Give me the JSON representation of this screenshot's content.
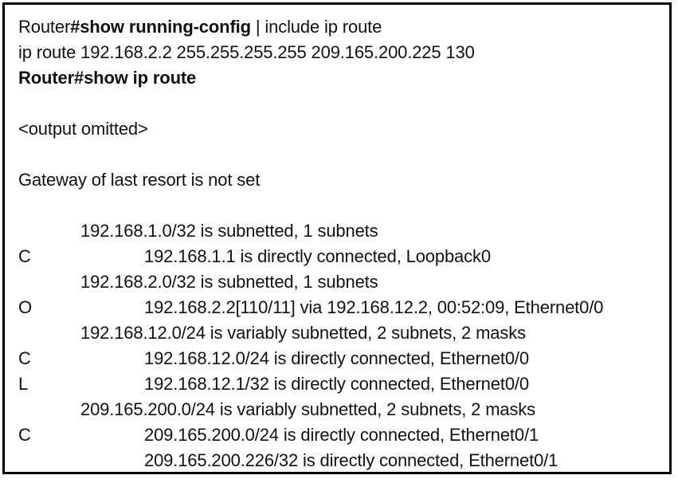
{
  "window": {
    "kind": "router-cli-output",
    "border_color": "#000000",
    "background_color": "#ffffff",
    "text_color": "#111111"
  },
  "session": {
    "prompt_lines": [
      {
        "id": "cmd-show-running-config",
        "prefix": "Router",
        "command": "#show running-config",
        "suffix": " | include ip route",
        "bold_part": "command"
      }
    ],
    "config_output": "ip route 192.168.2.2 255.255.255.255 209.165.200.225 130",
    "second_command": "Router#show ip route",
    "omitted_notice": "<output omitted>",
    "gateway_line": "Gateway of last resort is not set"
  },
  "routing_table": {
    "rows": [
      {
        "code": "",
        "indent": "header",
        "text": "192.168.1.0/32 is subnetted, 1 subnets"
      },
      {
        "code": "C",
        "indent": "entry",
        "text": "192.168.1.1 is directly connected, Loopback0"
      },
      {
        "code": "",
        "indent": "header",
        "text": "192.168.2.0/32 is subnetted, 1 subnets"
      },
      {
        "code": "O",
        "indent": "entry",
        "text": "192.168.2.2[110/11] via 192.168.12.2, 00:52:09, Ethernet0/0"
      },
      {
        "code": "",
        "indent": "header",
        "text": "192.168.12.0/24 is variably subnetted, 2 subnets, 2 masks"
      },
      {
        "code": "C",
        "indent": "entry",
        "text": "192.168.12.0/24 is directly connected, Ethernet0/0"
      },
      {
        "code": "L",
        "indent": "entry",
        "text": "192.168.12.1/32 is directly connected, Ethernet0/0"
      },
      {
        "code": "",
        "indent": "header",
        "text": "209.165.200.0/24 is variably subnetted, 2 subnets, 2 masks"
      },
      {
        "code": "C",
        "indent": "entry",
        "text": "209.165.200.0/24 is directly connected, Ethernet0/1"
      },
      {
        "code": "",
        "indent": "entry",
        "text": "209.165.200.226/32 is directly connected, Ethernet0/1"
      }
    ]
  }
}
